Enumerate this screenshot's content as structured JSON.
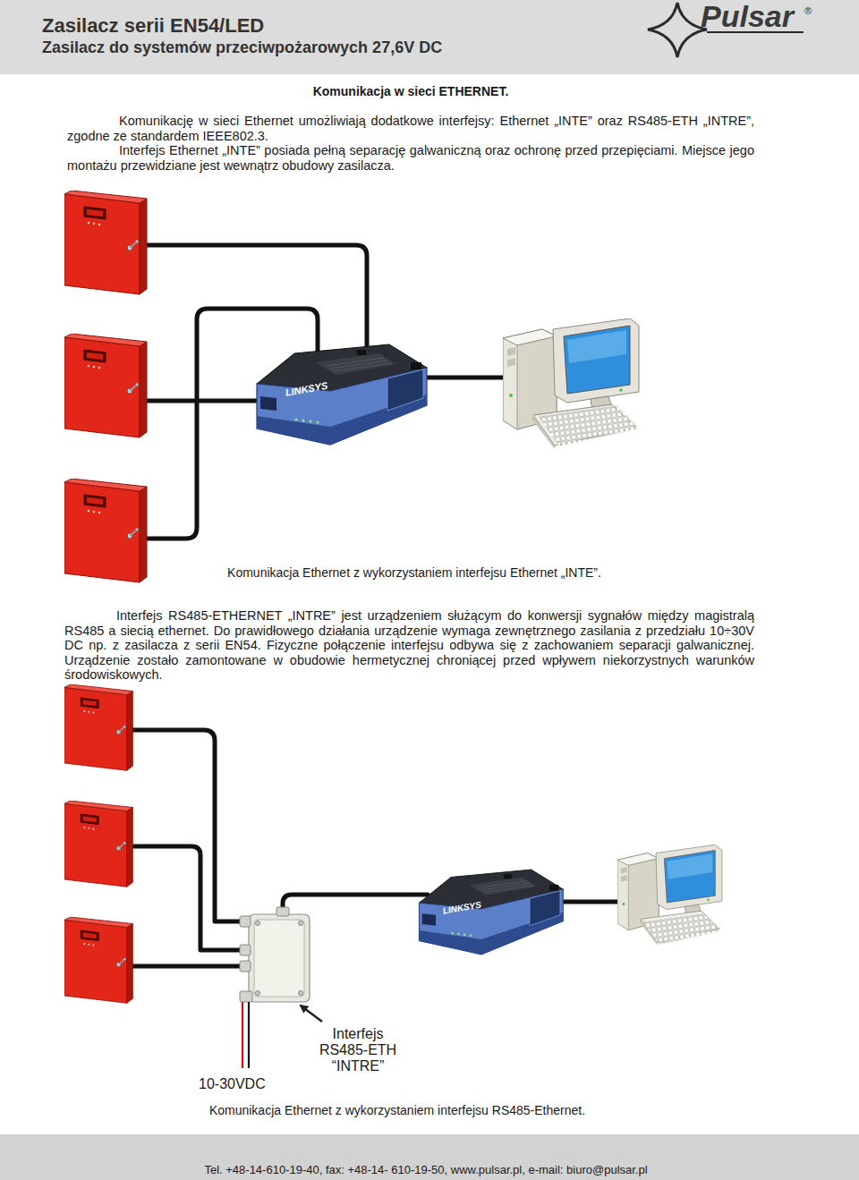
{
  "diagram": {
    "title": "Zasilacz serii EN54/LED",
    "labels": [
      "Zasilacz do systemów przeciwpożarowych 27,6V DC",
      "Pulsar",
      "®",
      "Komunikacja w sieci ETHERNET.",
      "Komunikację w sieci Ethernet umożliwiają dodatkowe interfejsy: Ethernet „INTE” oraz RS485-ETH „INTRE”, zgodne ze standardem IEEE802.3.",
      "Interfejs Ethernet „INTE” posiada pełną separację galwaniczną oraz ochronę przed przepięciami. Miejsce jego montażu przewidziane jest wewnątrz obudowy zasilacza.",
      "Komunikacja Ethernet z wykorzystaniem interfejsu Ethernet „INTE”.",
      "Interfejs RS485-ETHERNET „INTRE” jest urządzeniem służącym do konwersji sygnałów między magistralą RS485 a siecią ethernet. Do prawidłowego działania urządzenie wymaga zewnętrznego zasilania z przedziału 10÷30V DC np. z zasilacza z serii EN54. Fizyczne połączenie interfejsu odbywa się z zachowaniem separacji galwanicznej. Urządzenie zostało zamontowane w obudowie hermetycznej chroniącej przed wpływem niekorzystnych warunków środowiskowych.",
      "Interfejs RS485-ETH “INTRE”",
      "10-30VDC",
      "Komunikacja Ethernet z wykorzystaniem interfejsu RS485-Ethernet.",
      "Tel. +48-14-610-19-40, fax: +48-14- 610-19-50, www.pulsar.pl, e-mail: biuro@pulsar.pl",
      "LINKSYS",
      "LINKSYS"
    ]
  }
}
